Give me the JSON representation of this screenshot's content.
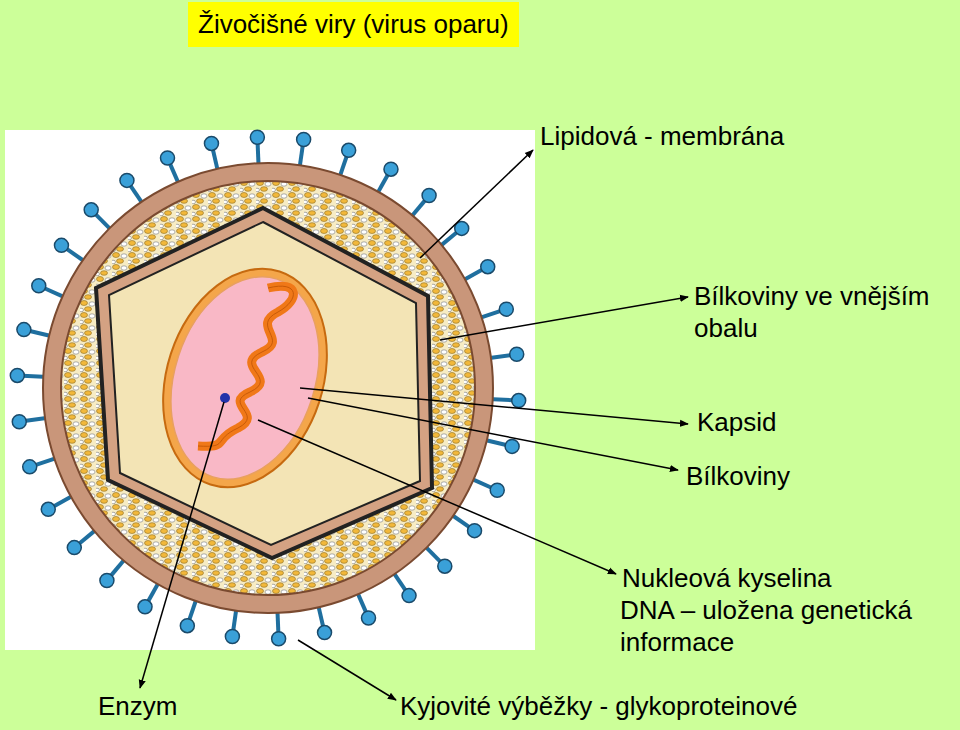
{
  "diagram": {
    "title": "Živočišné viry (virus oparu)",
    "labels": [
      "Lipidová - membrána",
      "Bílkoviny ve vnějším obalu",
      "Kapsid",
      "Bílkoviny",
      "Nukleová kyselina",
      "DNA – uložena genetická informace",
      "Enzym",
      "Kyjovité výběžky - glykoproteinové"
    ]
  }
}
